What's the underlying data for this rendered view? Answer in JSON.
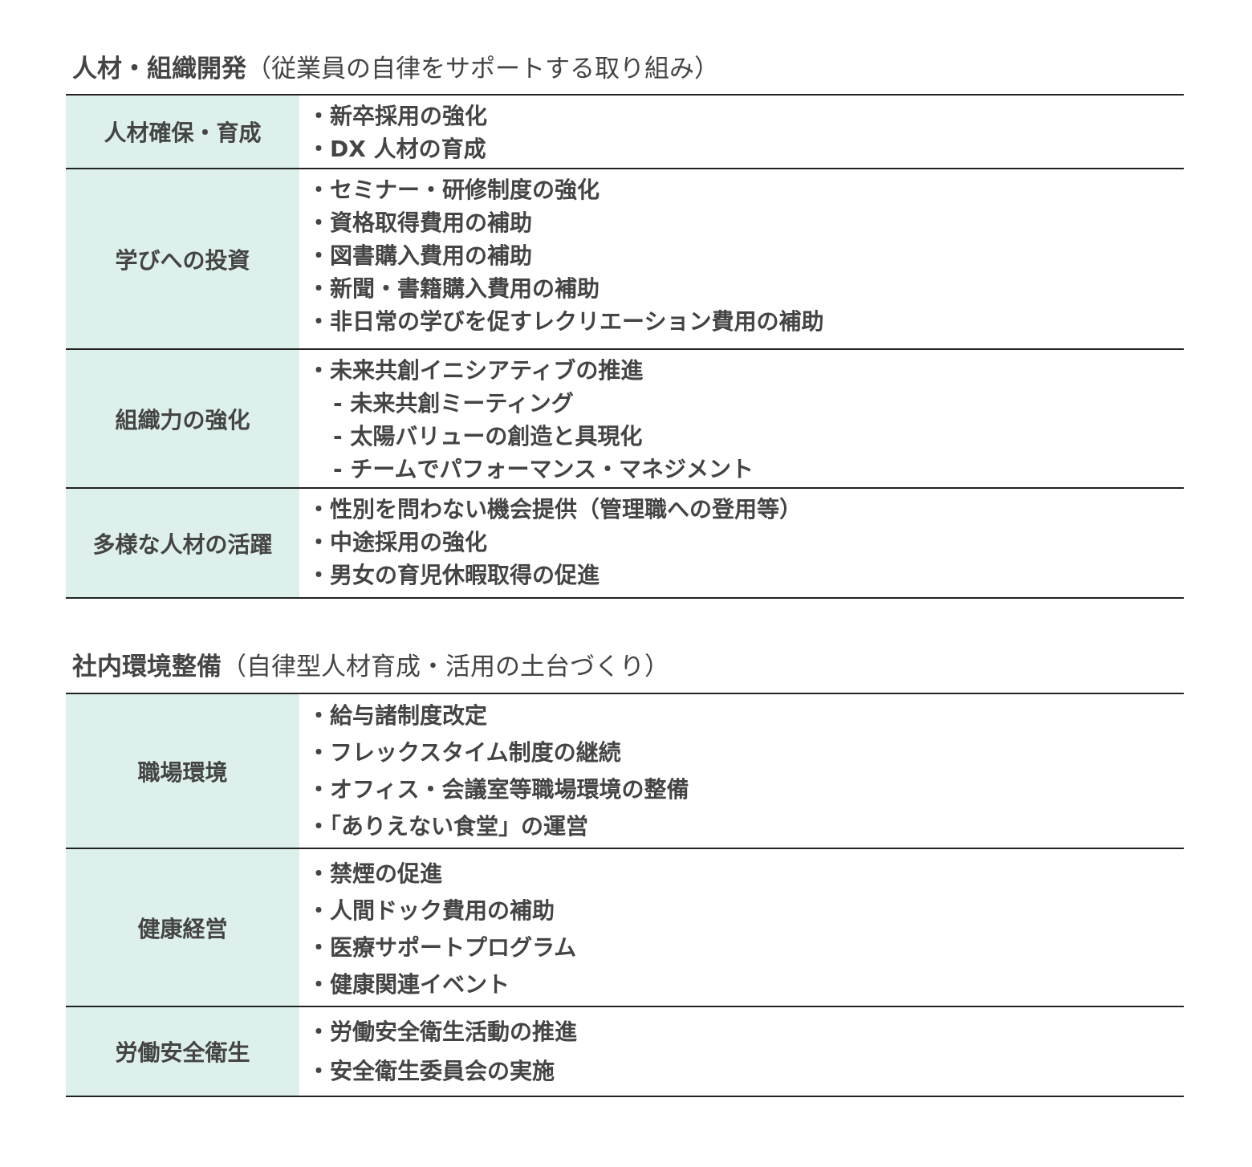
{
  "sections": [
    {
      "title": "人材・組織開発",
      "subtitle": "（従業員の自律をサポートする取り組み）",
      "rows": [
        {
          "label": "人材確保・育成",
          "items": [
            "・新卒採用の強化",
            "・DX 人材の育成"
          ]
        },
        {
          "label": "学びへの投資",
          "items": [
            "・セミナー・研修制度の強化",
            "・資格取得費用の補助",
            "・図書購入費用の補助",
            "・新聞・書籍購入費用の補助",
            "・非日常の学びを促すレクリエーション費用の補助"
          ]
        },
        {
          "label": "組織力の強化",
          "items": [
            "・未来共創イニシアティブの推進",
            "- 未来共創ミーティング",
            "- 太陽バリューの創造と具現化",
            "- チームでパフォーマンス・マネジメント"
          ]
        },
        {
          "label": "多様な人材の活躍",
          "items": [
            "・性別を問わない機会提供（管理職への登用等）",
            "・中途採用の強化",
            "・男女の育児休暇取得の促進"
          ]
        }
      ]
    },
    {
      "title": "社内環境整備",
      "subtitle": "（自律型人材育成・活用の土台づくり）",
      "rows": [
        {
          "label": "職場環境",
          "items": [
            "・給与諸制度改定",
            "・フレックスタイム制度の継続",
            "・オフィス・会議室等職場環境の整備",
            "・「ありえない食堂」の運営"
          ]
        },
        {
          "label": "健康経営",
          "items": [
            "・禁煙の促進",
            "・人間ドック費用の補助",
            "・医療サポートプログラム",
            "・健康関連イベント"
          ]
        },
        {
          "label": "労働安全衛生",
          "items": [
            "・労働安全衛生活動の推進",
            "・安全衛生委員会の実施"
          ]
        }
      ]
    }
  ]
}
